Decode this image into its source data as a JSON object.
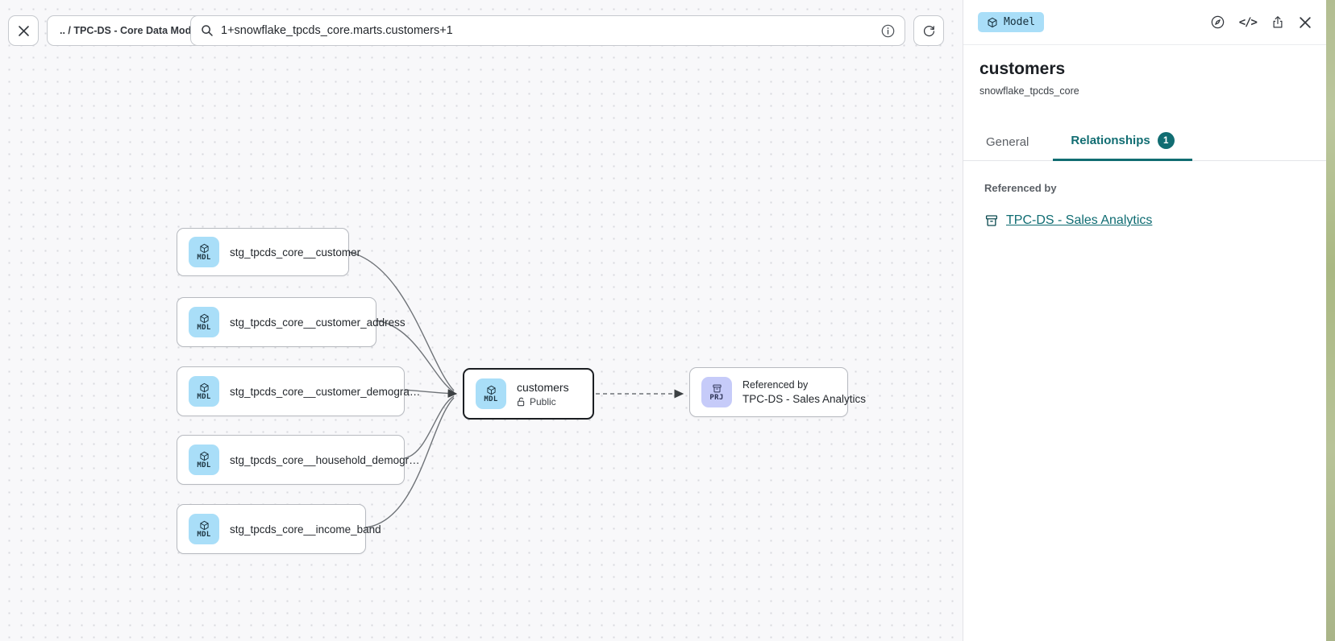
{
  "toolbar": {
    "breadcrumb": ".. / TPC-DS - Core Data Models",
    "search_value": "1+snowflake_tpcds_core.marts.customers+1"
  },
  "graph": {
    "upstream_nodes": [
      {
        "badge": "MDL",
        "label": "stg_tpcds_core__customer"
      },
      {
        "badge": "MDL",
        "label": "stg_tpcds_core__customer_address"
      },
      {
        "badge": "MDL",
        "label": "stg_tpcds_core__customer_demogra…"
      },
      {
        "badge": "MDL",
        "label": "stg_tpcds_core__household_demogr…"
      },
      {
        "badge": "MDL",
        "label": "stg_tpcds_core__income_band"
      }
    ],
    "selected_node": {
      "badge": "MDL",
      "label": "customers",
      "visibility": "Public"
    },
    "downstream_node": {
      "badge": "PRJ",
      "caption": "Referenced by",
      "label": "TPC-DS - Sales Analytics"
    }
  },
  "panel": {
    "type_badge": "Model",
    "title": "customers",
    "subtitle": "snowflake_tpcds_core",
    "tabs": {
      "general": "General",
      "relationships": "Relationships",
      "relationships_count": "1"
    },
    "referenced_by_title": "Referenced by",
    "referenced_by_link": "TPC-DS - Sales Analytics",
    "code_icon_glyph": "</>"
  },
  "colors": {
    "accent_teal": "#116d72",
    "model_chip_bg": "#a9def8",
    "project_chip_bg": "#c6cbf9",
    "selected_border": "#1b1e22",
    "canvas_bg": "#f8f8fa"
  }
}
